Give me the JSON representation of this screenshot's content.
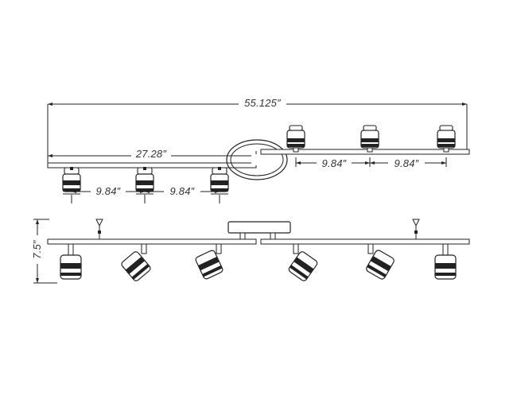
{
  "drawing": {
    "line_color": "#222222",
    "dimensions": {
      "overall_length": "55.125″",
      "bar_length": "27.28″",
      "spacing_lower_left": "9.84″",
      "spacing_lower_right": "9.84″",
      "spacing_upper_left": "9.84″",
      "spacing_upper_right": "9.84″",
      "height": "7.5″"
    }
  }
}
